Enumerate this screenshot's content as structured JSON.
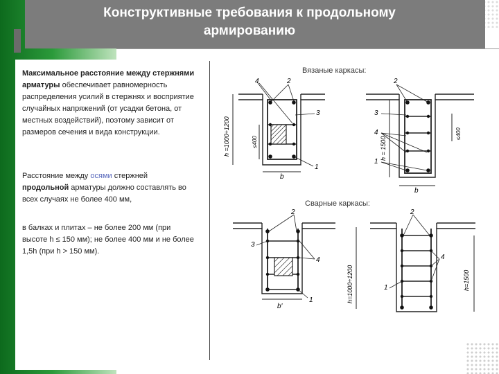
{
  "slide": {
    "title_line1": "Конструктивные требования к продольному",
    "title_line2": "армированию"
  },
  "text": {
    "p1_bold": "Максимальное расстояние между стержнями арматуры",
    "p1_rest": " обеспечивает равномерность распределения усилий в стержнях и восприятие случайных напряжений (от усадки бетона, от местных воздействий), поэтому зависит от размеров сечения и вида конструкции.",
    "p2_a": "Расстояние между ",
    "p2_hl": "осями",
    "p2_b": " стержней ",
    "p2_bold": "продольной",
    "p2_c": " арматуры должно составлять во всех случаях не более 400 мм,",
    "p3": "в балках и плитах – не более 200 мм (при высоте h ≤ 150 мм); не более 400 мм и не более 1,5h (при h > 150 мм)."
  },
  "figures": {
    "tied_caption": "Вязаные каркасы:",
    "welded_caption": "Сварные каркасы:",
    "labels": {
      "h_left": "h =1000÷1200",
      "h_right": "h = 1500",
      "h_left2": "h=1000÷1200",
      "h_right2": "h=1500",
      "dim_400": "≤400",
      "dim_400b": "≤400",
      "b": "b",
      "b_prime": "b'",
      "n1": "1",
      "n2": "2",
      "n3": "3",
      "n4": "4"
    }
  }
}
